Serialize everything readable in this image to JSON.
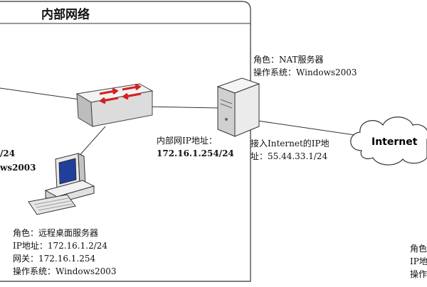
{
  "diagram": {
    "title": "内部网络",
    "nat_server": {
      "role": "角色：NAT服务器",
      "os": "操作系统：Windows2003",
      "internal_ip_label": "内部网IP地址：",
      "internal_ip": "172.16.1.254/24",
      "internet_ip_line1": "接入Internet的IP地",
      "internet_ip_line2": "址：55.44.33.1/24"
    },
    "rdp_server": {
      "role": "角色：远程桌面服务器",
      "ip": "IP地址：172.16.1.2/24",
      "gateway": "网关：172.16.1.254",
      "os": "操作系统：Windows2003"
    },
    "left_partial": {
      "line1": "/24",
      "line2": "ws2003"
    },
    "right_partial": {
      "line1": "角色",
      "line2": "IP地址",
      "line3": "操作"
    },
    "cloud_label": "Internet"
  },
  "colors": {
    "line": "#333333",
    "switch_face": "#e6e6e6",
    "arrow_red": "#d42020",
    "server_body": "#eeeeee",
    "screen": "#1f3f9a"
  }
}
